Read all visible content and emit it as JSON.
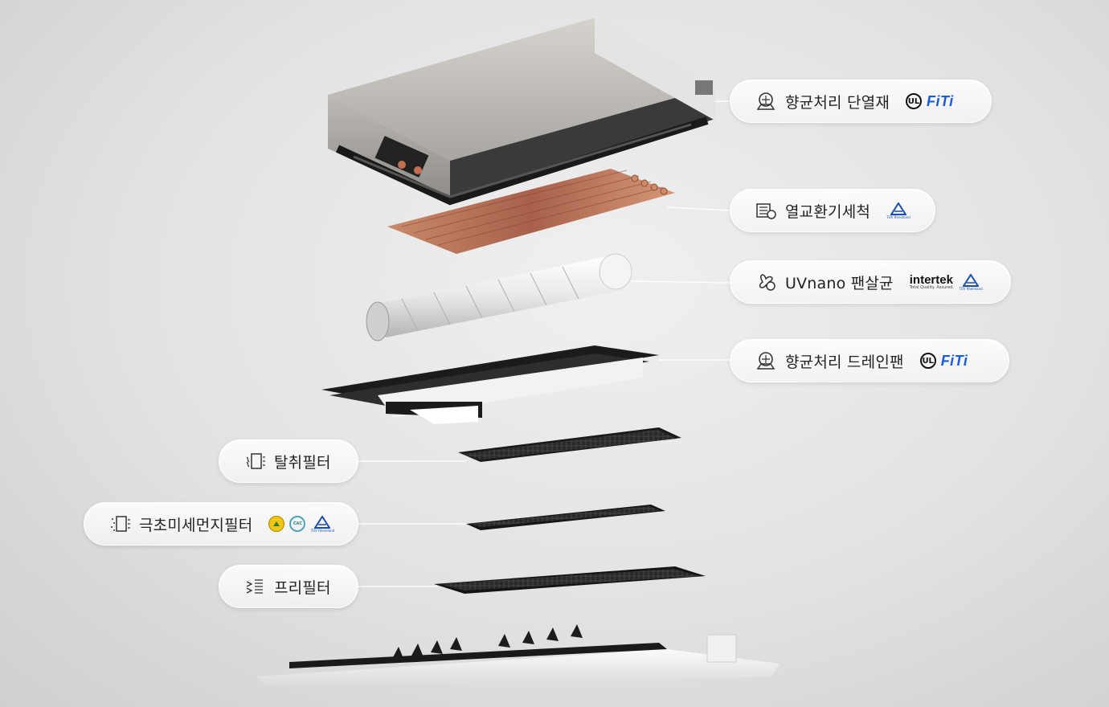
{
  "labels": {
    "antibac_insulation": "향균처리 단열재",
    "heat_exchanger_wash": "열교환기세척",
    "uvnano_fan": "UVnano 팬살균",
    "antibac_drainpan": "향균처리 드레인팬",
    "deodor_filter": "탈취필터",
    "ultrafine_filter": "극초미세먼지필터",
    "pre_filter": "프리필터"
  },
  "badges": {
    "ul": "UL",
    "fiti": "FiTi",
    "intertek_word": "intertek",
    "intertek_sub": "Total Quality. Assured.",
    "tuv_text": "TÜV Rheinland",
    "cac_text": "CAC"
  },
  "icons": {
    "antibac_insulation": "antibacterial-shield-icon",
    "heat_exchanger_wash": "heat-exchanger-clean-icon",
    "uvnano_fan": "uv-fan-icon",
    "antibac_drainpan": "antibacterial-shield-icon",
    "deodor_filter": "deodor-filter-icon",
    "ultrafine_filter": "dust-filter-icon",
    "pre_filter": "pre-filter-icon"
  },
  "colors": {
    "fiti_blue": "#1a5bd6",
    "copper": "#b86e4f",
    "panel_dark": "#1c1c1c"
  }
}
